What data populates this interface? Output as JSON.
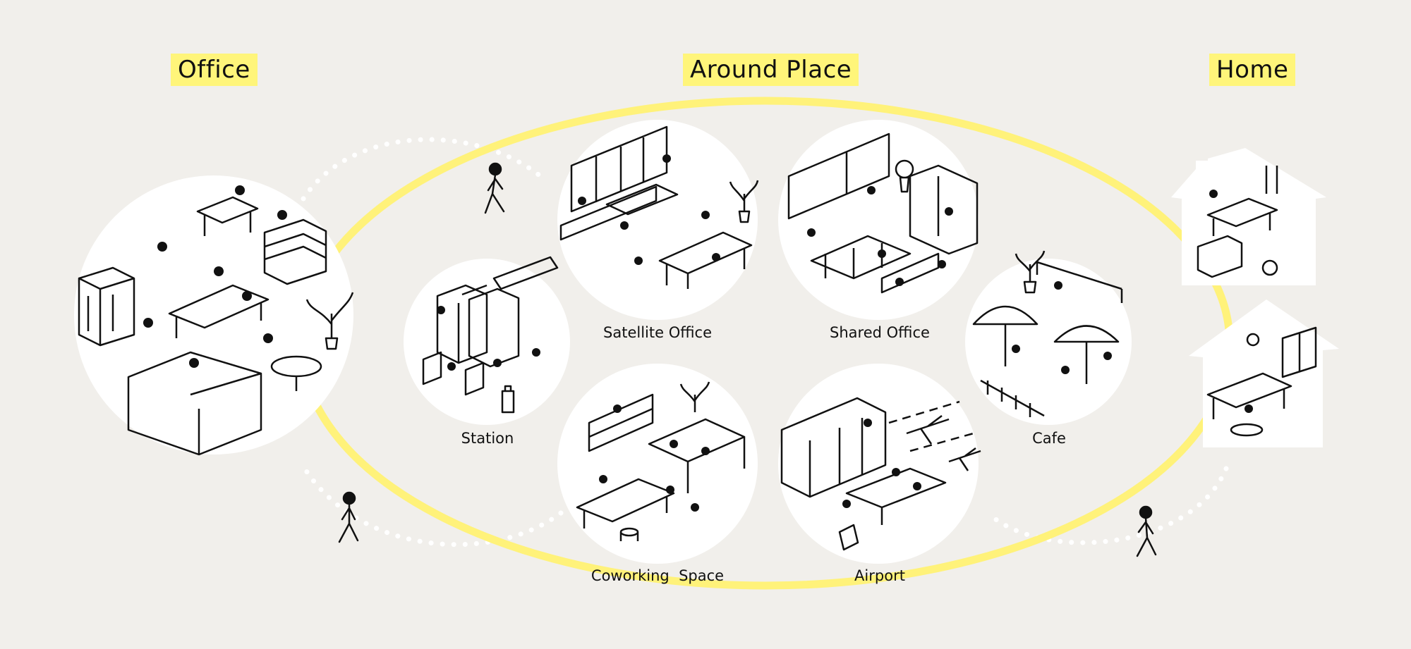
{
  "zones": {
    "office": "Office",
    "around": "Around Place",
    "home": "Home"
  },
  "places": {
    "station": "Station",
    "satellite_office": "Satellite Office",
    "shared_office": "Shared Office",
    "cafe": "Cafe",
    "coworking_space": "Coworking  Space",
    "airport": "Airport"
  },
  "colors": {
    "background": "#f1efeb",
    "highlight": "#fff57a",
    "ring": "#fff27a",
    "ink": "#111111",
    "scene_fill": "#ffffff",
    "dotted_path": "#ffffff"
  },
  "icons": [
    "walking-person-icon",
    "house-icon",
    "desk-icon",
    "chair-icon",
    "plant-icon",
    "phone-booth-icon",
    "airplane-icon",
    "umbrella-icon",
    "suitcase-icon"
  ]
}
